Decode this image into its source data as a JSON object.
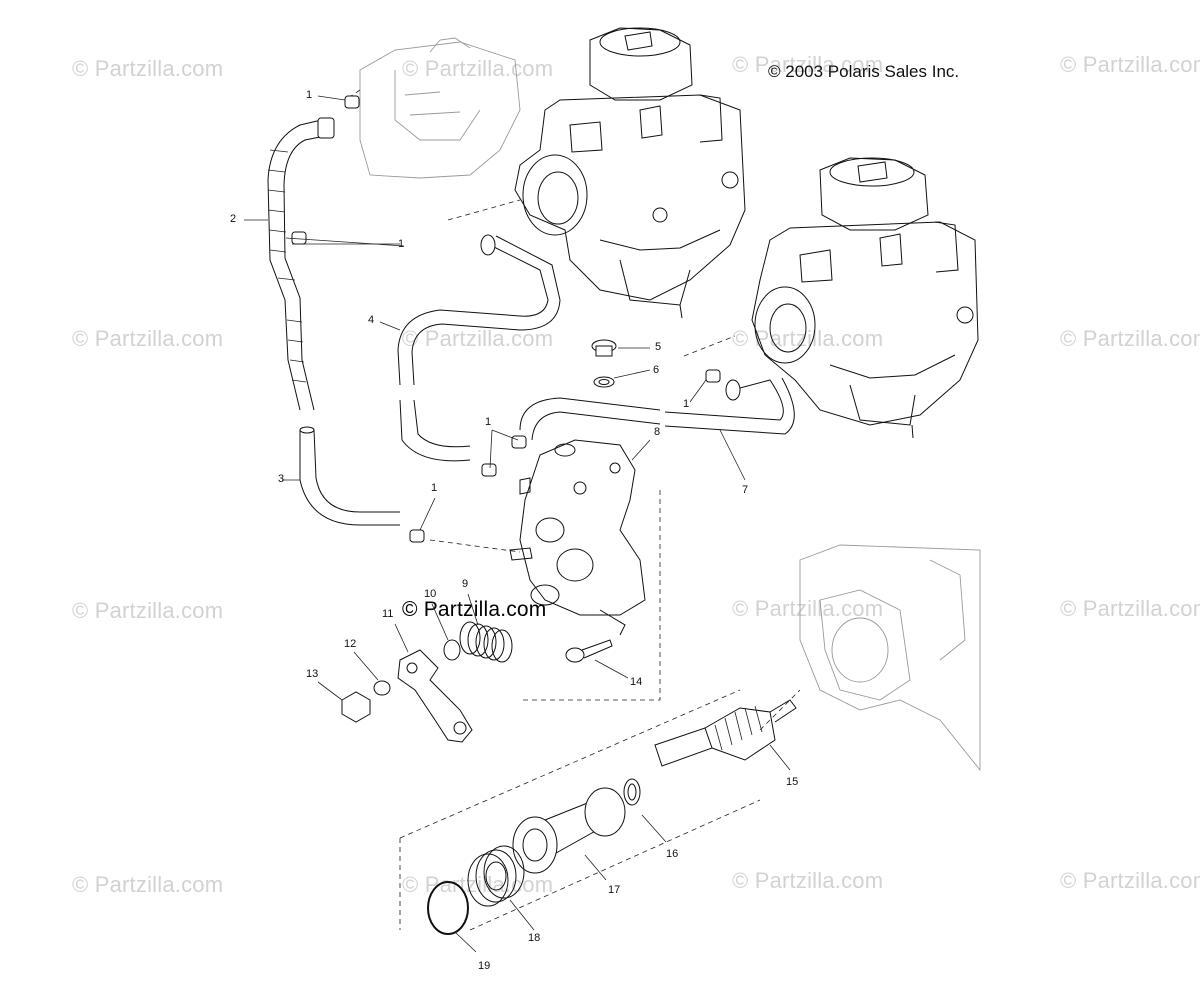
{
  "copyright": "© 2003 Polaris Sales Inc.",
  "watermarks": {
    "text": "© Partzilla.com",
    "center_text": "© Partzilla.com"
  },
  "callouts": [
    "1",
    "2",
    "3",
    "4",
    "5",
    "6",
    "7",
    "8",
    "9",
    "10",
    "11",
    "12",
    "13",
    "14",
    "15",
    "16",
    "17",
    "18",
    "19"
  ]
}
